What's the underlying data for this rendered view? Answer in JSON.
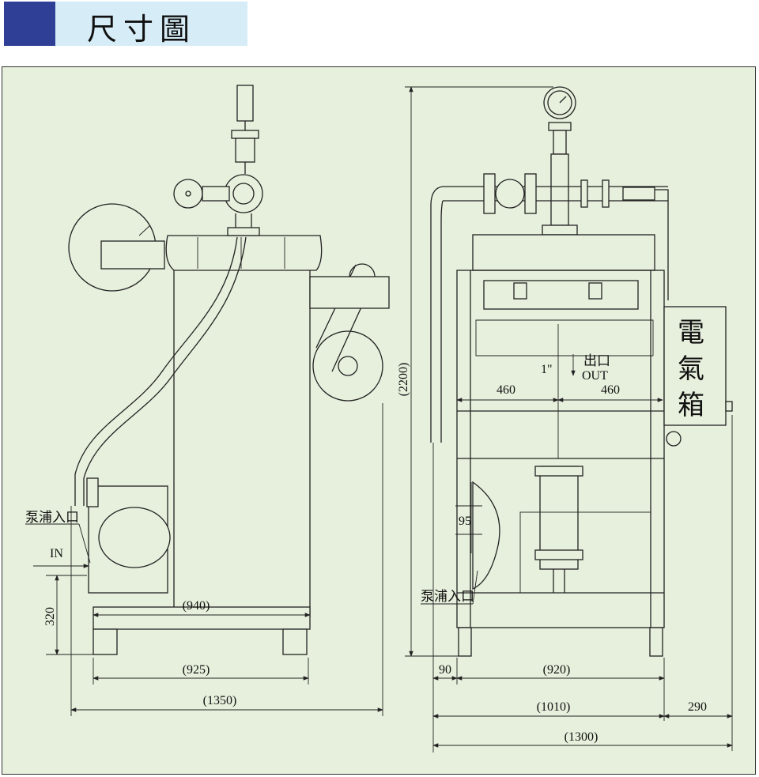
{
  "header": {
    "title": "尺寸圖"
  },
  "labels": {
    "pump_inlet_left": "泵浦入口",
    "pump_inlet_right": "泵浦入口",
    "inlet": "IN",
    "outlet_cn": "出口",
    "outlet_en": "OUT",
    "pipe_size": "1\"",
    "electric_box": [
      "電",
      "氣",
      "箱"
    ]
  },
  "dimensions": {
    "left_height_320": "320",
    "left_width_940": "(940)",
    "left_width_925": "(925)",
    "left_width_1350": "(1350)",
    "height_2200": "(2200)",
    "half_width_a": "460",
    "half_width_b": "460",
    "offset_95": "95",
    "offset_90": "90",
    "right_width_920": "(920)",
    "right_width_1010": "(1010)",
    "box_width_290": "290",
    "right_width_1300": "(1300)"
  },
  "colors": {
    "header_block": "#2f3f95",
    "header_band": "#d6ecf7",
    "panel_bg": "#e6f0dc",
    "line": "#222222"
  }
}
